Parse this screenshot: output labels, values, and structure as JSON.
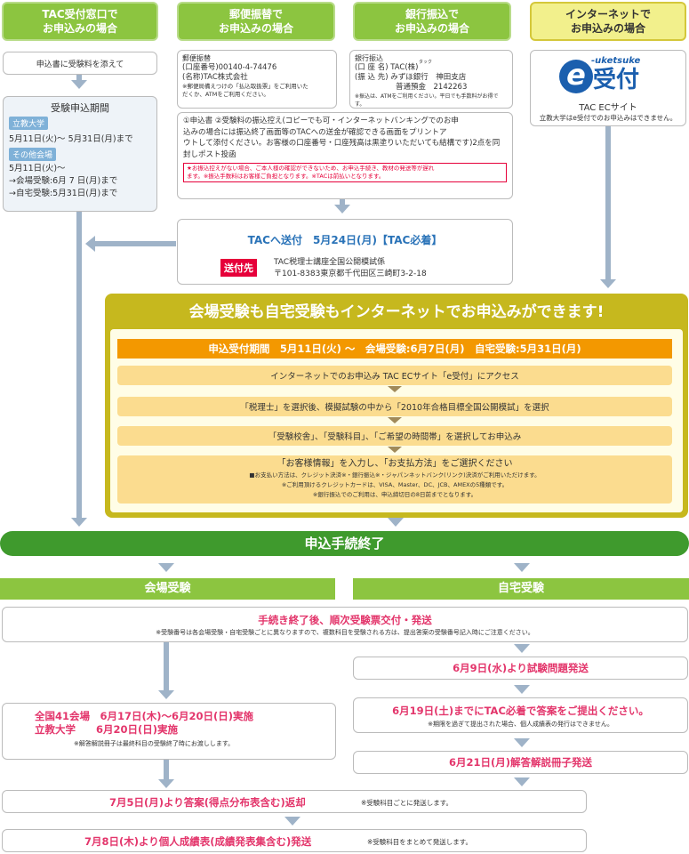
{
  "headers": {
    "tac": [
      "TAC受付窓口で",
      "お申込みの場合"
    ],
    "postal": [
      "郵便振替で",
      "お申込みの場合"
    ],
    "bank": [
      "銀行振込で",
      "お申込みの場合"
    ],
    "internet": [
      "インターネットで",
      "お申込みの場合"
    ]
  },
  "tac_col": {
    "note": "申込書に受験料を添えて",
    "period_title": "受験申込期間",
    "tag1": "立教大学",
    "line1": "5月11日(火)～ 5月31日(月)まで",
    "tag2": "その他会場",
    "line2": "5月11日(火)～",
    "line3": "→会場受験:6月 7 日(月)まで",
    "line4": "→自宅受験:5月31日(月)まで"
  },
  "postal": {
    "l1": "郵便振替",
    "l2": "(口座番号)00140-4-74476",
    "l3": "(名称)TAC株式会社",
    "n1": "※郵便局備えつけの「払込取扱票」をご利用いた",
    "n2": "だくか、ATMをご利用ください。"
  },
  "bank": {
    "l1": "銀行振込",
    "l2": "(口 座 名) TAC(株)",
    "ruby": "タック",
    "l3": "(振 込 先) みずほ銀行　神田支店",
    "l4": "普通預金　2142263",
    "n1": "※振込は、ATMをご利用ください。平日でも手数料がお得です。"
  },
  "internet": {
    "logo_small": "-uketsuke",
    "logo_e": "e",
    "logo_main": "受付",
    "site": "TAC ECサイト",
    "note": "立教大学はe受付でのお申込みはできません。"
  },
  "transfer": {
    "t1": "①申込書 ②受験料の振込控え(コピーでも可・インターネットバンキングでのお申",
    "t2": "込みの場合には振込終了画面等のTACへの送金が確認できる画面をプリントア",
    "t3": "ウトして添付ください。お客様の口座番号・口座残高は黒塗りいただいても結構です)2点を同封しポスト投函",
    "w1": "★お振込控えがない場合、ご本人様の確認ができないため、お申込手続き、教材の発送等が遅れ",
    "w2": "ます。※振込手数料はお客様ご負担となります。※TACは前払いとなります。"
  },
  "send": {
    "title": "TACへ送付　5月24日(月)【TAC必着】",
    "tag": "送付先",
    "addr1": "TAC税理士講座全国公開模試係",
    "addr2": "〒101-8383東京都千代田区三崎町3-2-18"
  },
  "banner": "会場受験も自宅受験もインターネットでお申込みができます!",
  "period_bar": "申込受付期間　5月11日(火) ～　会場受験:6月7日(月)　自宅受験:5月31日(月)",
  "steps": {
    "s1": "インターネットでのお申込み TAC ECサイト「e受付」にアクセス",
    "s2": "「税理士」を選択後、模擬試験の中から「2010年合格目標全国公開模試」を選択",
    "s3": "「受験校舎」、「受験科目」、「ご希望の時間帯」を選択してお申込み",
    "s4": "「お客様情報」を入力し、「お支払方法」をご選択ください",
    "s4n1": "■お支払い方法は、クレジット決済※・銀行振込※・ジャパンネットバンク(リンク)決済がご利用いただけます。",
    "s4n2": "※ご利用頂けるクレジットカードは、VISA、Master、DC、JCB、AMEXの5種類です。",
    "s4n3": "※銀行振込でのご利用は、申込締切日の8日前までとなります。"
  },
  "complete": "申込手続終了",
  "venue": "会場受験",
  "home": "自宅受験",
  "ticket": {
    "title": "手続き終了後、順次受験票交付・発送",
    "note": "※受験番号は各会場受験・自宅受験ごとに異なりますので、複数科目を受験される方は、提出答案の受験番号記入時にご注意ください。"
  },
  "home_steps": {
    "h1": "6月9日(水)より試験問題発送",
    "h2": "6月19日(土)までにTAC必着で答案をご提出ください。",
    "h2n": "※期限を過ぎて提出された場合、個人成績表の発行はできません。",
    "h3": "6月21日(月)解答解説冊子発送"
  },
  "venue_box": {
    "l1": "全国41会場　6月17日(木)～6月20日(日)実施",
    "l2": "立教大学　　6月20日(日)実施",
    "n": "※解答解説冊子は最終科目の受験終了時にお渡しします。"
  },
  "final1": {
    "text": "7月5日(月)より答案(得点分布表含む)返却",
    "note": "※受験科目ごとに発送します。"
  },
  "final2": {
    "text": "7月8日(木)より個人成績表(成績発表集含む)発送",
    "note": "※受験科目をまとめて発送します。"
  },
  "colors": {
    "green": "#8cc540",
    "yellow": "#f2f08c",
    "orange": "#f39800",
    "arrow": "#9fb3c8",
    "red": "#e6003a"
  }
}
